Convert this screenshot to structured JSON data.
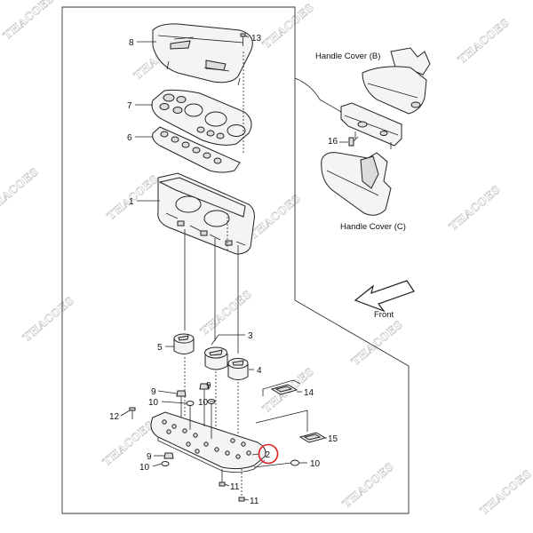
{
  "watermark": "THACOES",
  "callouts": {
    "c1": "1",
    "c2": "2",
    "c3": "3",
    "c4": "4",
    "c5": "5",
    "c6": "6",
    "c7": "7",
    "c8": "8",
    "c9": "9",
    "c10": "10",
    "c11": "11",
    "c12": "12",
    "c13": "13",
    "c14": "14",
    "c15": "15",
    "c16": "16"
  },
  "captions": {
    "handle_cover_b": "Handle Cover (B)",
    "handle_cover_c": "Handle Cover (C)",
    "front": "Front"
  },
  "highlight": {
    "callout": "2",
    "color": "#e02020"
  }
}
